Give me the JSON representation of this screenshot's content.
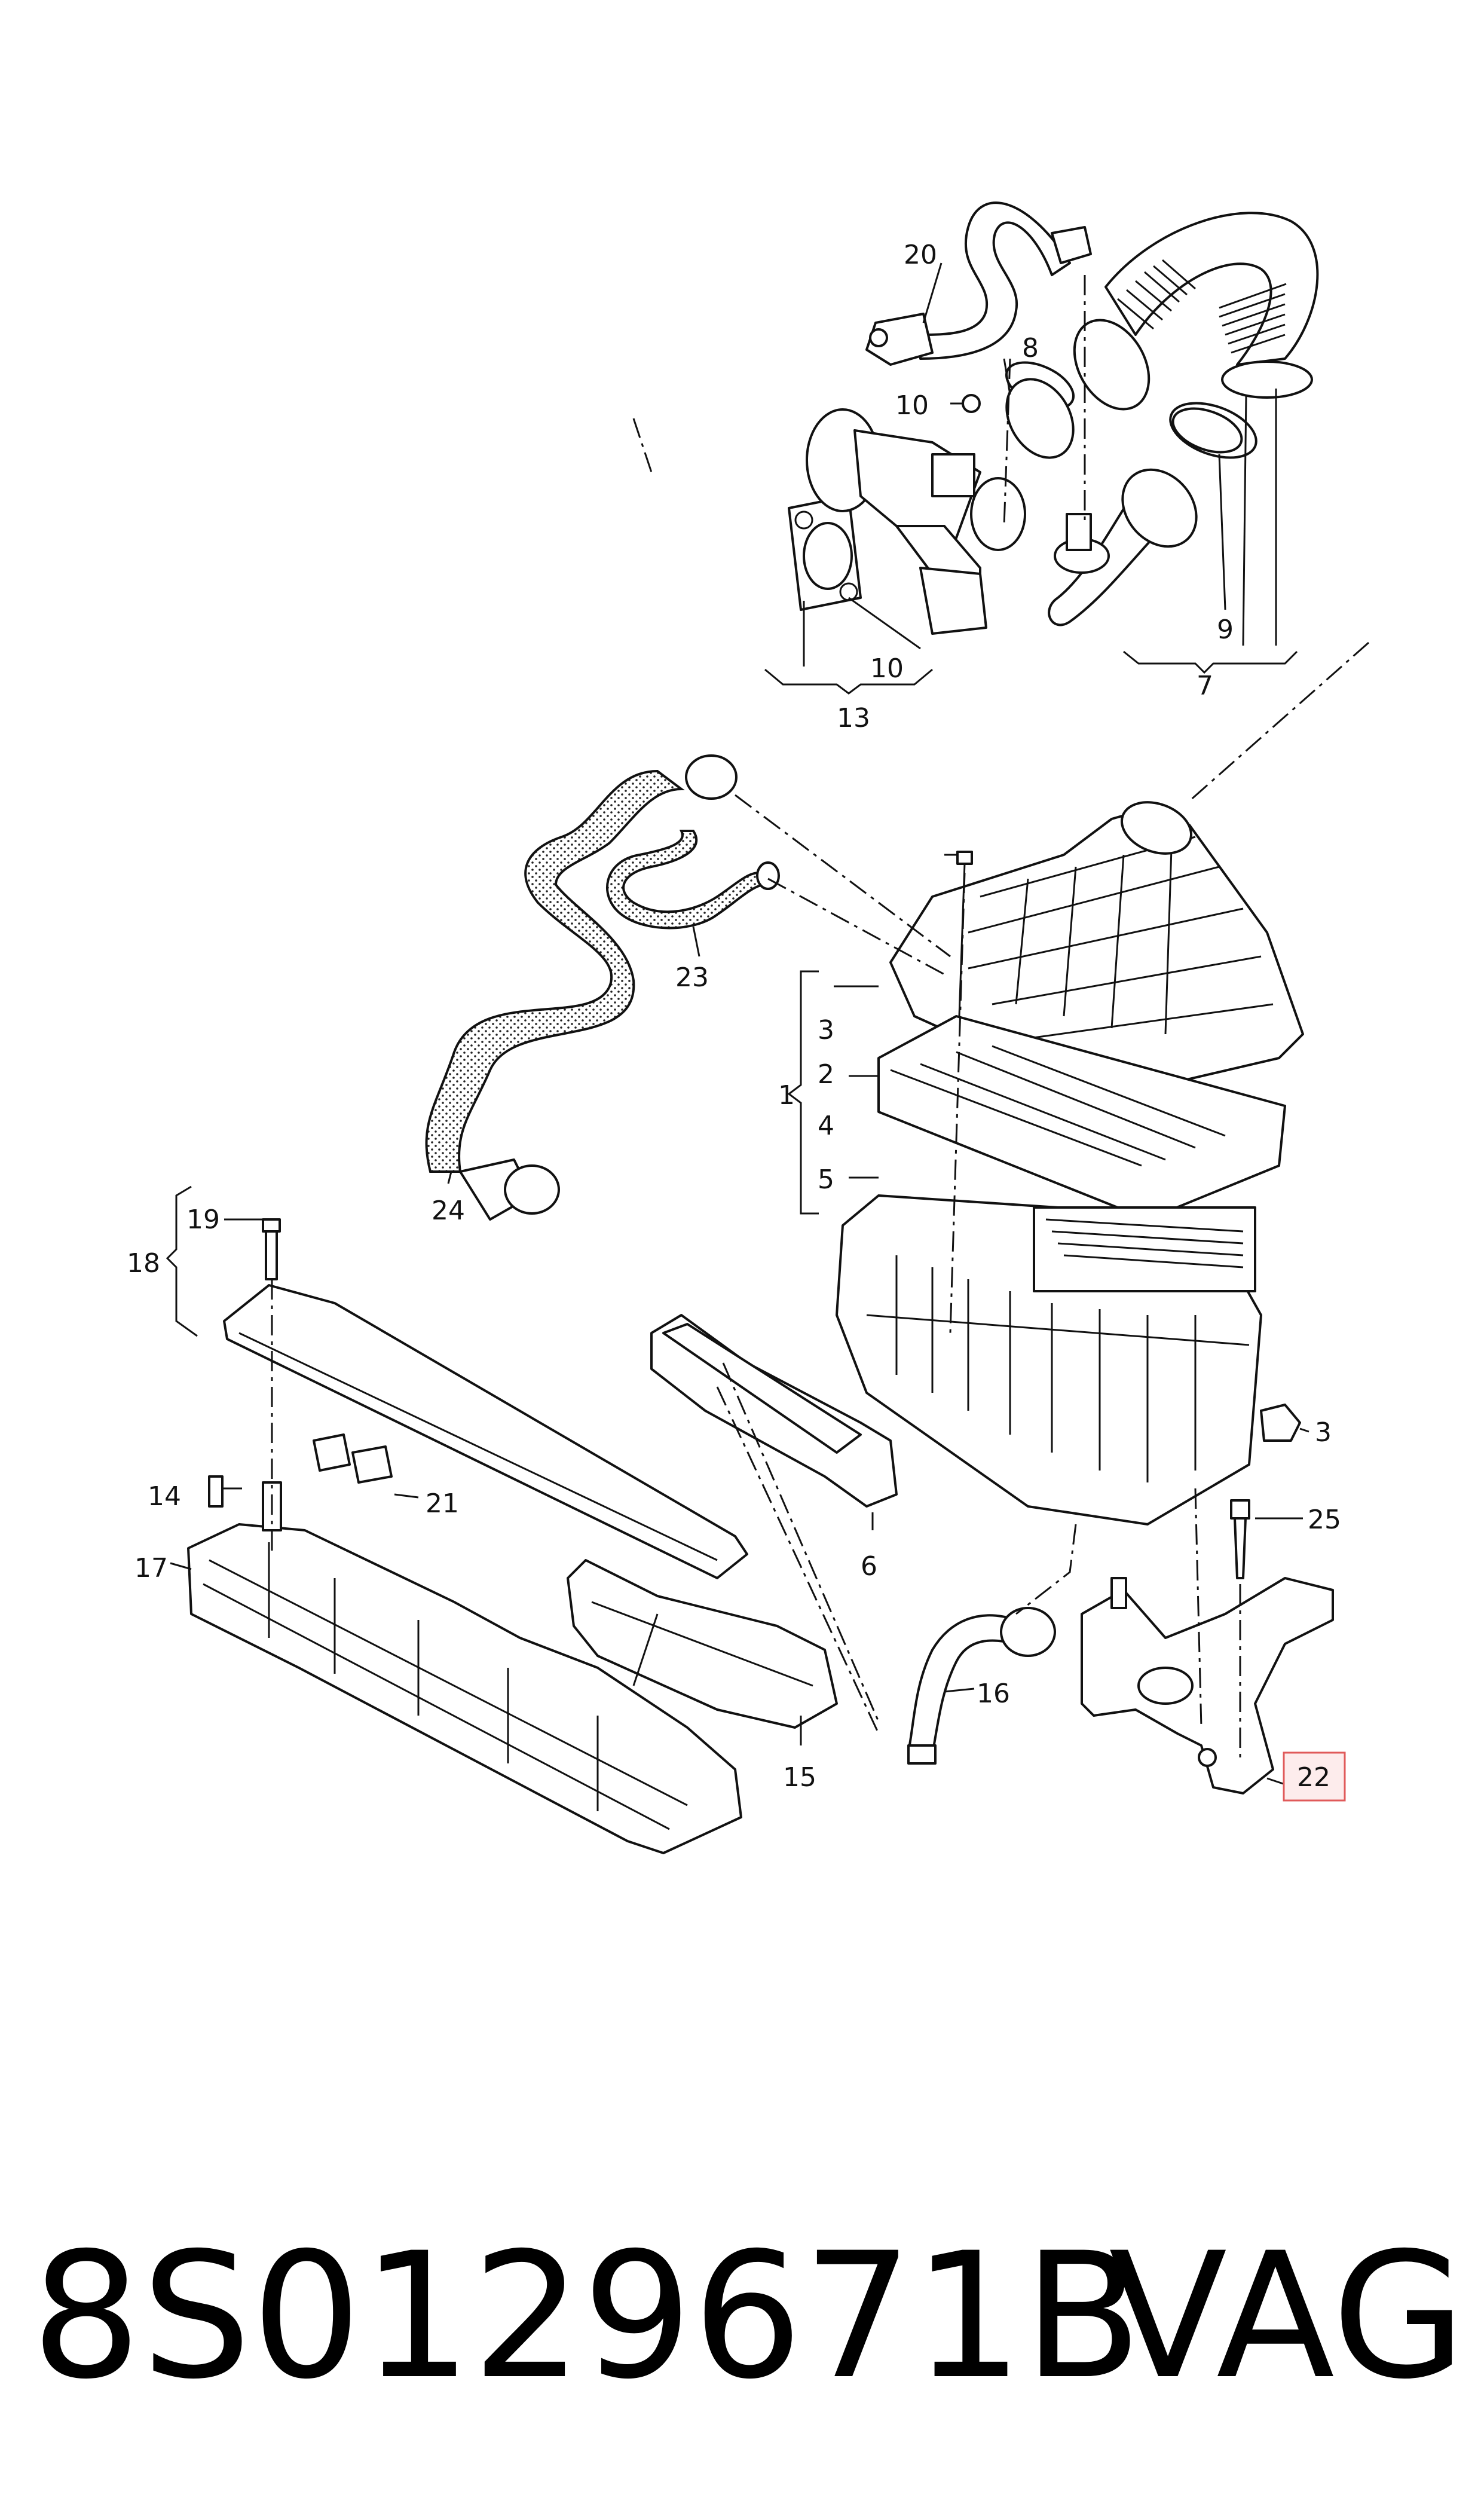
{
  "diagram": {
    "labels": [
      "1",
      "2",
      "3",
      "4",
      "5",
      "3",
      "6",
      "7",
      "8",
      "9",
      "10",
      "10",
      "13",
      "14",
      "15",
      "16",
      "17",
      "18",
      "19",
      "20",
      "21",
      "22",
      "23",
      "24",
      "25"
    ],
    "highlighted_label": "22",
    "highlight_color": "#e05a5a",
    "highlight_fill": "#fdecec"
  },
  "footer": {
    "part_number": "8S0129671B",
    "brand": "VAG"
  }
}
